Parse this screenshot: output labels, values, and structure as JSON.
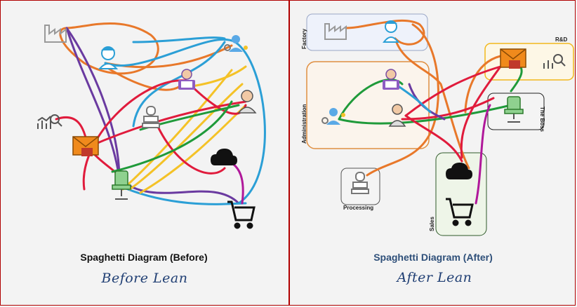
{
  "before": {
    "title": "Spaghetti Diagram (Before)",
    "handwritten": "Before Lean"
  },
  "after": {
    "title": "Spaghetti Diagram (After)",
    "handwritten": "After Lean",
    "zones": {
      "factory": "Factory",
      "administration": "Administration",
      "rnd": "R&D",
      "boss": "The Boss",
      "processing": "Processing",
      "sales": "Sales"
    }
  },
  "icons": [
    "factory-icon",
    "engineer-icon",
    "developer-icon",
    "boss-icon",
    "analytics-icon",
    "mail-briefcase-icon",
    "stamp-icon",
    "chair-icon",
    "cloud-icon",
    "cart-icon",
    "team-gear-icon"
  ],
  "colors": {
    "border": "#b00000",
    "path_blue": "#2b9fd6",
    "path_orange": "#e8782a",
    "path_red": "#e01b3c",
    "path_green": "#1f9a3a",
    "path_purple": "#6a3aa0",
    "path_yellow": "#f4c227",
    "path_magenta": "#b0189a",
    "title_after": "#2e4f79"
  }
}
